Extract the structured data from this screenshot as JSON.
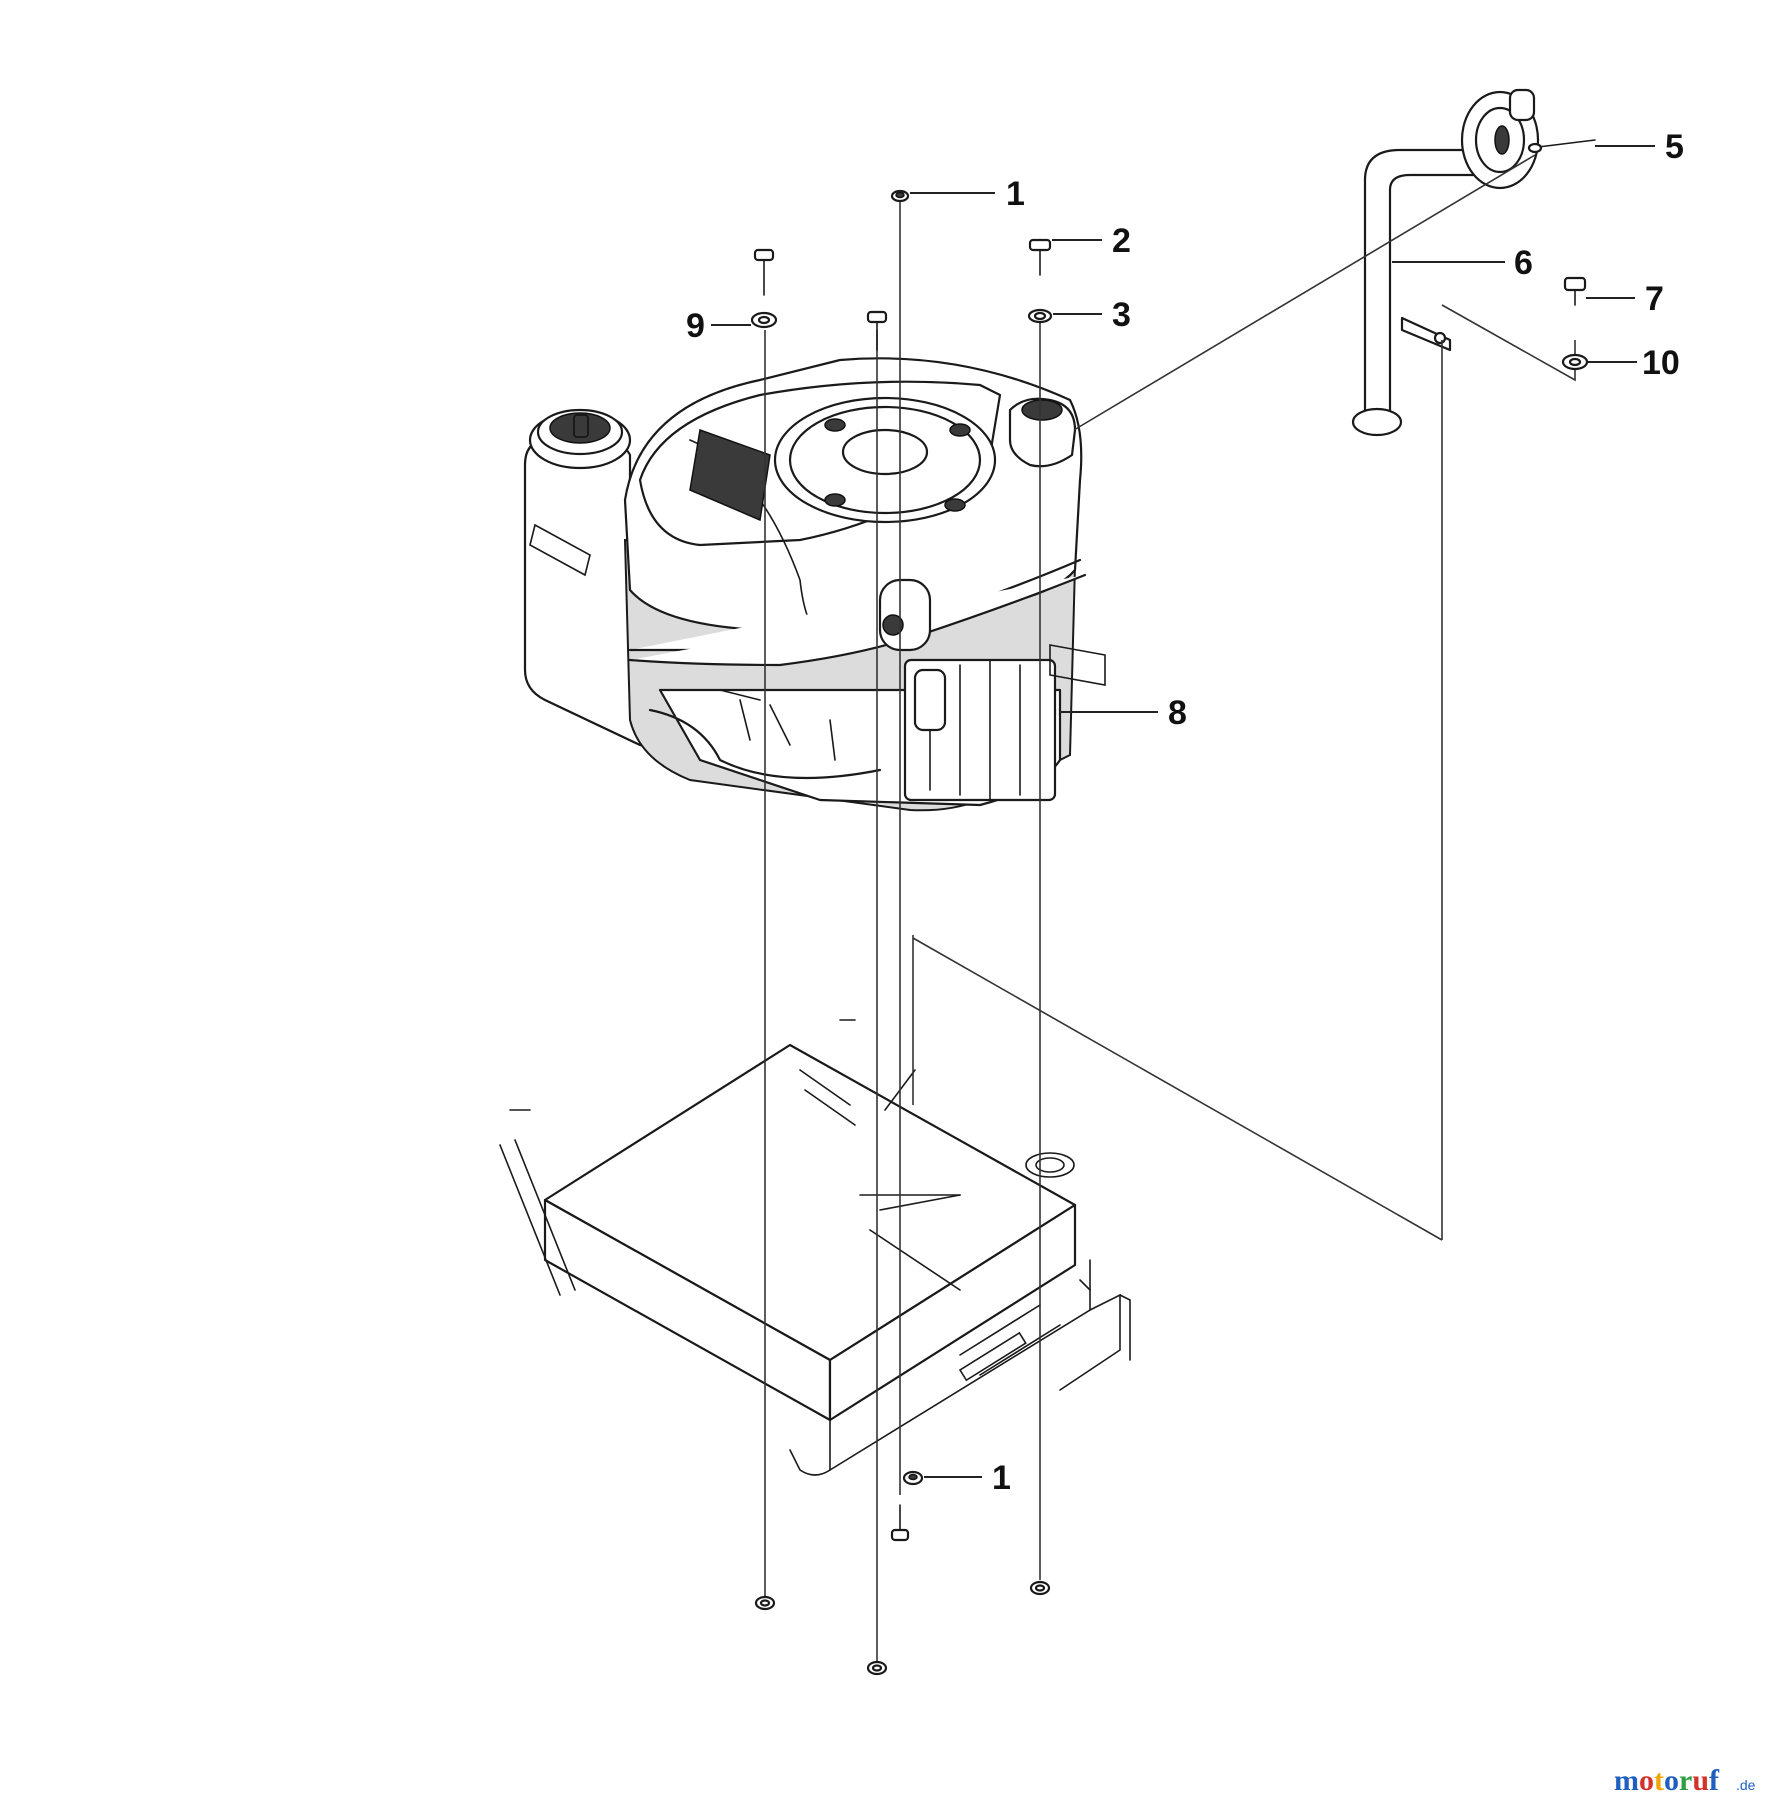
{
  "callouts": [
    {
      "id": "c1-top",
      "label": "1"
    },
    {
      "id": "c2",
      "label": "2"
    },
    {
      "id": "c3",
      "label": "3"
    },
    {
      "id": "c5",
      "label": "5"
    },
    {
      "id": "c6",
      "label": "6"
    },
    {
      "id": "c7",
      "label": "7"
    },
    {
      "id": "c8",
      "label": "8"
    },
    {
      "id": "c9",
      "label": "9"
    },
    {
      "id": "c10",
      "label": "10"
    },
    {
      "id": "c1-bottom",
      "label": "1"
    }
  ],
  "watermark": {
    "text": "motoruf",
    "suffix": ".de",
    "colors": [
      "#1f5fbf",
      "#d4322c",
      "#f0a500",
      "#1f5fbf",
      "#2e9e44",
      "#d4322c",
      "#1f5fbf"
    ]
  }
}
